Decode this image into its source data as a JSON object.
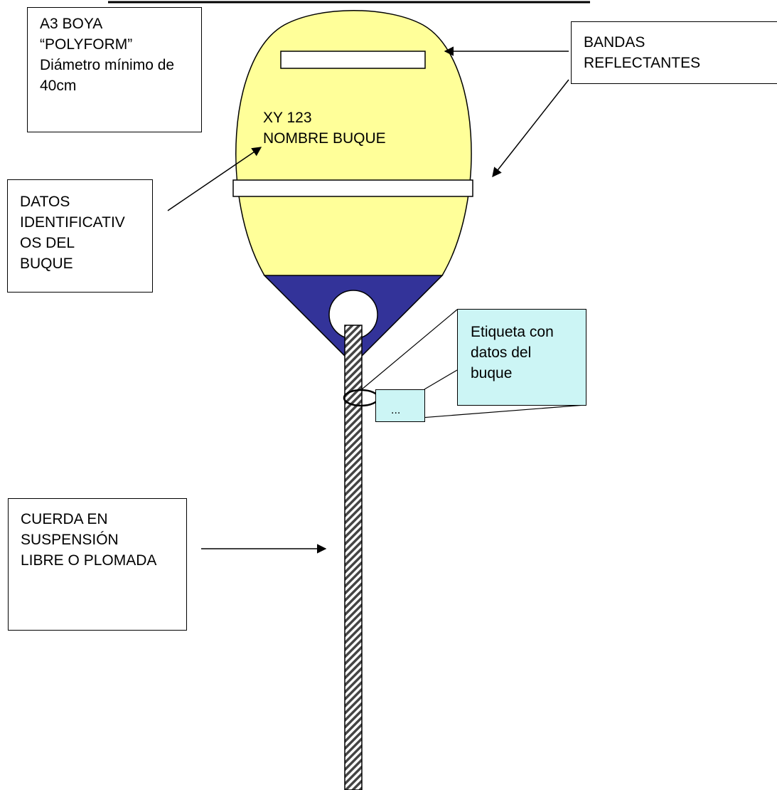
{
  "diagram": {
    "buoy_label": {
      "lines": [
        "A3 BOYA",
        "“POLYFORM”",
        "Diámetro mínimo de",
        "40cm"
      ]
    },
    "reflective_bands_label": {
      "lines": [
        "BANDAS",
        "REFLECTANTES"
      ]
    },
    "vessel_data_label": {
      "lines": [
        "DATOS",
        "IDENTIFICATIV",
        "OS DEL",
        "BUQUE"
      ]
    },
    "rope_label": {
      "lines": [
        "CUERDA EN",
        "SUSPENSIÓN",
        "LIBRE O PLOMADA"
      ]
    },
    "tag_label": {
      "lines": [
        "Etiqueta con",
        "datos del",
        "buque"
      ]
    },
    "tag_small_text": "...",
    "buoy_marking": {
      "line1": "XY 123",
      "line2": "NOMBRE BUQUE"
    },
    "colors": {
      "buoy_body": "#ffff99",
      "buoy_base": "#333399",
      "tag": "#ccf5f5",
      "outline": "#000000"
    }
  }
}
